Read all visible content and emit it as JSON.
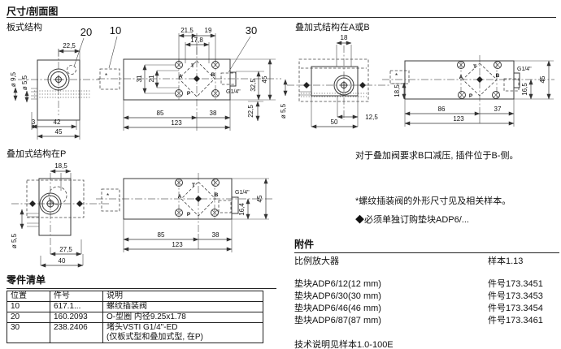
{
  "page": {
    "title": "尺寸/剖面图",
    "section_plate": "板式结构",
    "section_stack_ab": "叠加式结构在A或B",
    "section_stack_p": "叠加式结构在P",
    "note_b": "对于叠加阀要求B口减压, 插件位于B-侧。",
    "note_star": "*螺纹插装阀的外形尺寸见及相关样本。",
    "note_diamond": "◆必须单独订购垫块ADP6/...",
    "tech_note": "技术说明见样本1.0-100E"
  },
  "sym": {
    "star": "*",
    "g14": "G1/4\"",
    "t": "T",
    "a": "A",
    "b": "B",
    "p": "P"
  },
  "drawings": {
    "plate_side": {
      "callout": "20",
      "w": "22,5",
      "dia1": "ø 9,5",
      "dia2": "ø 5,5",
      "o": "3",
      "w1": "42",
      "w2": "45"
    },
    "plate_top": {
      "callout_valve": "10",
      "callout_plug": "30",
      "t1": "21,5",
      "t2": "19",
      "t3": "17,8",
      "v1": "31",
      "v2": "21",
      "b1": "85",
      "b2": "38",
      "b3": "123",
      "r1": "32,5",
      "r2": "45",
      "r3": "22,5"
    },
    "stack_ab_side": {
      "t": "18",
      "dia": "ø 5,5",
      "b1": "12,5",
      "b2": "50"
    },
    "stack_ab_top": {
      "l": "18,5",
      "b1": "86",
      "b2": "37",
      "b3": "123",
      "r1": "45",
      "r2": "16,5"
    },
    "stack_p_side": {
      "t": "18,5",
      "dia": "ø 5,5",
      "b1": "27,5",
      "b2": "40"
    },
    "stack_p_top": {
      "b1": "85",
      "b2": "38",
      "b3": "123",
      "r1": "45",
      "r2": "16,4"
    }
  },
  "parts_list": {
    "title": "零件清单",
    "headers": [
      "位置",
      "件号",
      "说明"
    ],
    "rows": [
      {
        "pos": "10",
        "part": "617.1...",
        "desc": "螺纹插装阀",
        "desc2": ""
      },
      {
        "pos": "20",
        "part": "160.2093",
        "desc": "O-型圈  内径9.25x1.78",
        "desc2": ""
      },
      {
        "pos": "30",
        "part": "238.2406",
        "desc": "堵头VSTI G1/4\"-ED",
        "desc2": "(仅板式型和叠加式型, 在P)"
      }
    ]
  },
  "accessories": {
    "title": "附件",
    "amplifier_label": "比例放大器",
    "amplifier_ref": "样本1.13",
    "items": [
      {
        "label": "垫块ADP6/12(12 mm)",
        "part": "件号173.3451"
      },
      {
        "label": "垫块ADP6/30(30 mm)",
        "part": "件号173.3453"
      },
      {
        "label": "垫块ADP6/46(46 mm)",
        "part": "件号173.3454"
      },
      {
        "label": "垫块ADP6/87(87 mm)",
        "part": "件号173.3461"
      }
    ]
  },
  "colors": {
    "bg": "#ffffff",
    "line": "#3a3a3a",
    "text": "#111111"
  }
}
